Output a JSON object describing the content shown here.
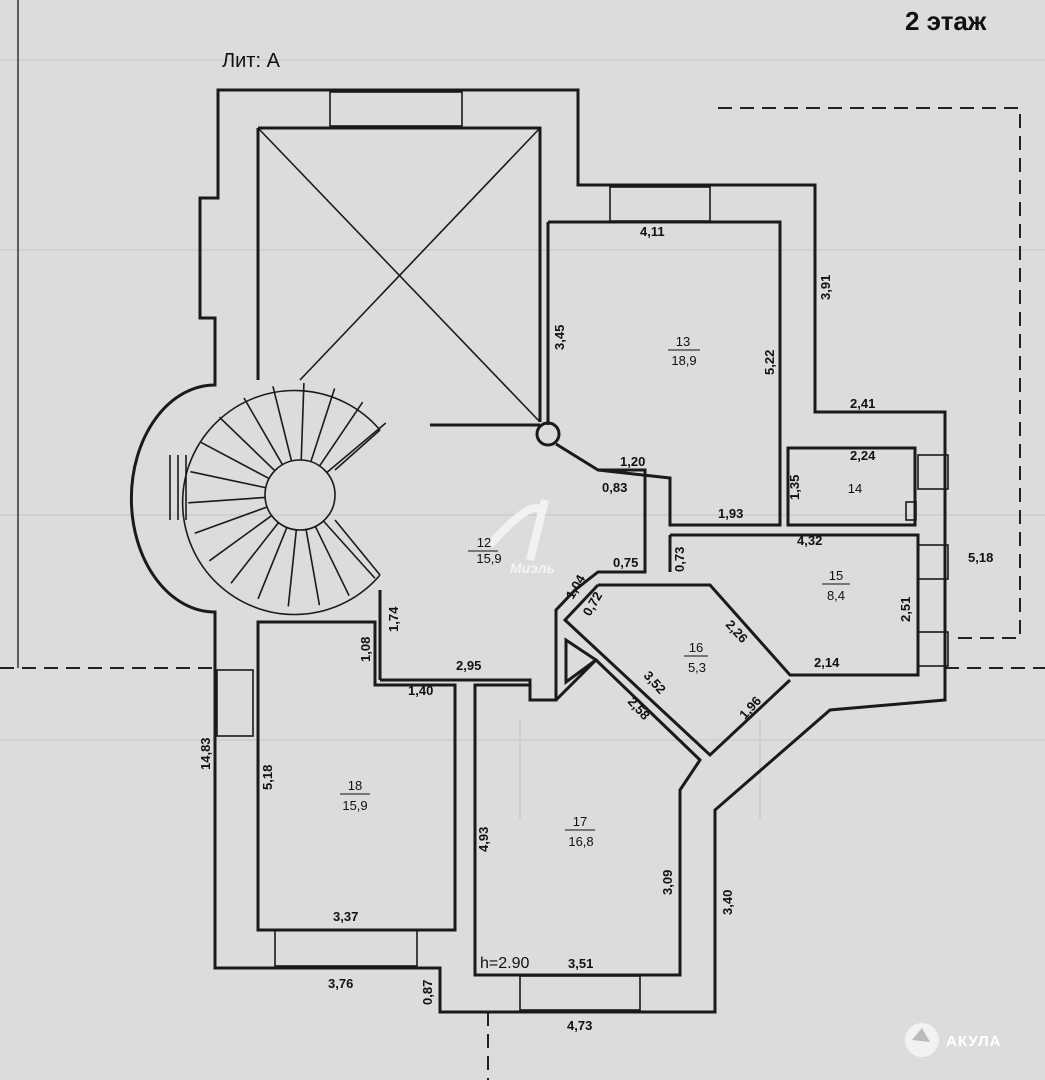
{
  "header": {
    "floor_title": "2 этаж",
    "letter": "Лит: А"
  },
  "rooms": [
    {
      "number": "12",
      "area": "15,9"
    },
    {
      "number": "13",
      "area": "18,9"
    },
    {
      "number": "14",
      "area": ""
    },
    {
      "number": "15",
      "area": "8,4"
    },
    {
      "number": "16",
      "area": "5,3"
    },
    {
      "number": "17",
      "area": "16,8"
    },
    {
      "number": "18",
      "area": "15,9"
    }
  ],
  "dimensions": {
    "d411": "4,11",
    "d391": "3,91",
    "d345": "3,45",
    "d522": "5,22",
    "d241": "2,41",
    "d224": "2,24",
    "d135": "1,35",
    "d120": "1,20",
    "d083": "0,83",
    "d193": "1,93",
    "d073": "0,73",
    "d432": "4,32",
    "d518": "5,18",
    "d251": "2,51",
    "d214": "2,14",
    "d075": "0,75",
    "d104": "1,04",
    "d072": "0,72",
    "d226": "2,26",
    "d352": "3,52",
    "d258": "2,58",
    "d196": "1,96",
    "d174": "1,74",
    "d108": "1,08",
    "d295": "2,95",
    "d140": "1,40",
    "d1483": "14,83",
    "d518b": "5,18",
    "d493": "4,93",
    "d309": "3,09",
    "d340": "3,40",
    "d337": "3,37",
    "d376": "3,76",
    "d087": "0,87",
    "d351": "3,51",
    "d473": "4,73",
    "height": "h=2.90"
  },
  "watermarks": {
    "center": "Миэль",
    "corner": "АКУЛА"
  }
}
